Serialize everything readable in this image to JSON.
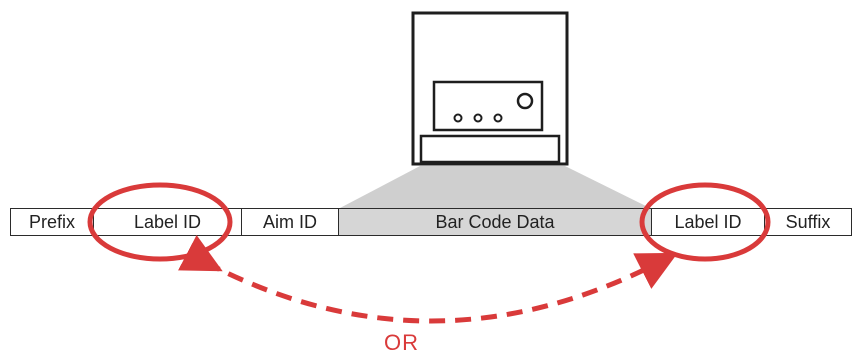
{
  "segments": [
    {
      "label": "Prefix"
    },
    {
      "label": "Label ID"
    },
    {
      "label": "Aim ID"
    },
    {
      "label": "Bar Code Data"
    },
    {
      "label": "Label ID"
    },
    {
      "label": "Suffix"
    }
  ],
  "connector_label": "OR",
  "colors": {
    "highlight": "#d93a3a",
    "data_fill": "#d6d6d6",
    "projection": "#cfcfcf",
    "stroke": "#2b2b2b"
  },
  "icons": [
    "scanner-device-icon"
  ]
}
